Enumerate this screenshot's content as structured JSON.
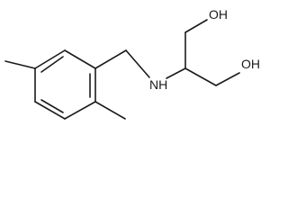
{
  "molecule": {
    "labels": {
      "amine": "NH",
      "hydroxyl_top": "OH",
      "hydroxyl_bottom": "OH"
    }
  }
}
